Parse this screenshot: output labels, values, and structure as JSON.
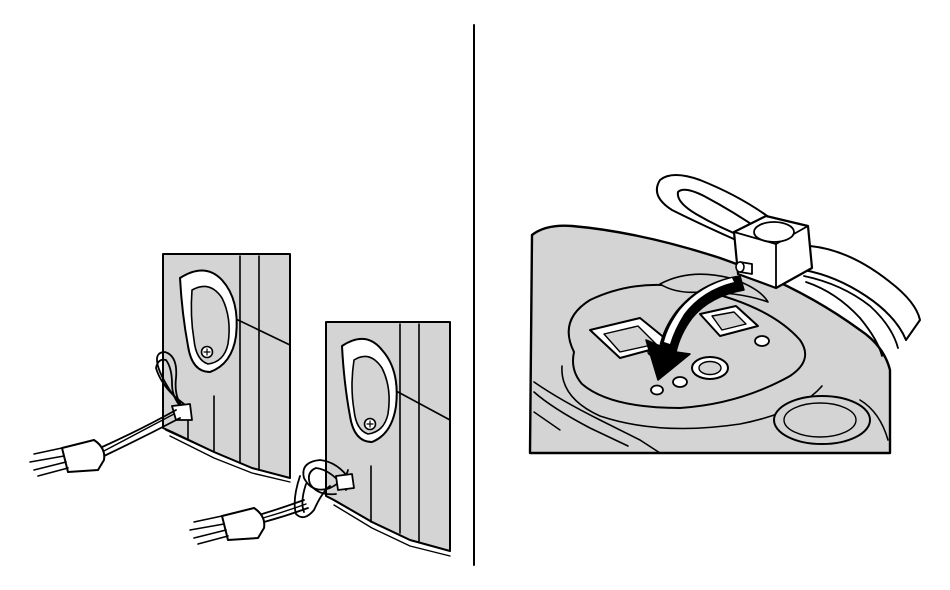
{
  "figure": {
    "panels": [
      {
        "id": "left",
        "content": "strap-loop-attachment-steps"
      },
      {
        "id": "right",
        "content": "strap-lock-insert-into-camera-top"
      }
    ],
    "colors": {
      "ink": "#000000",
      "gray": "#d4d4d4",
      "paper": "#ffffff"
    },
    "icons": [
      "strap-loop-icon",
      "strap-lock-icon",
      "insert-arrow-icon",
      "screw-icon"
    ]
  }
}
